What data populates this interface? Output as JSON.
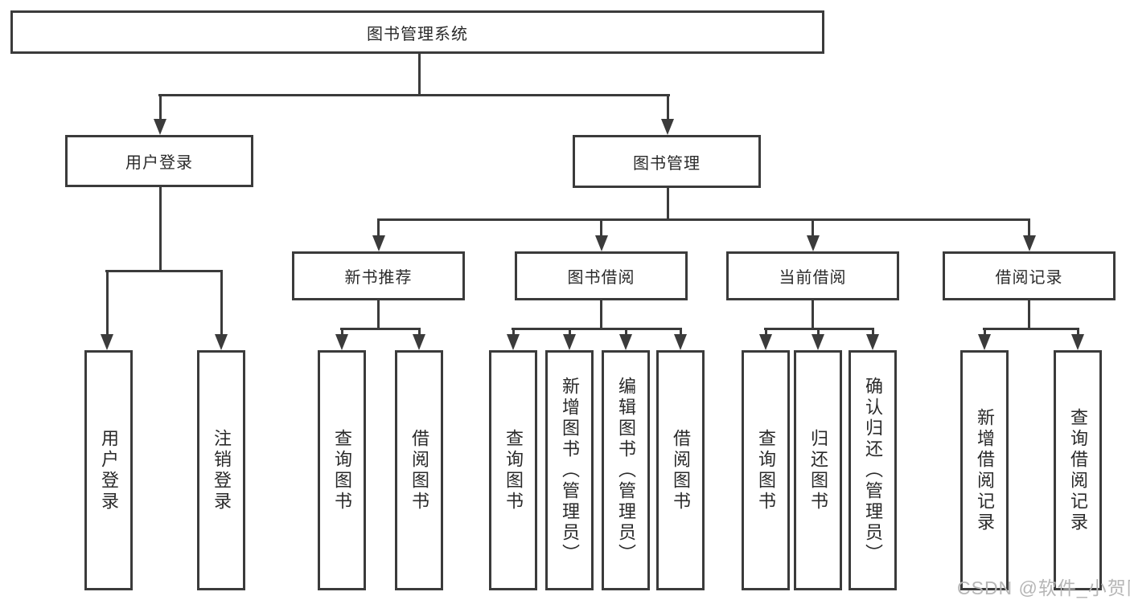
{
  "colors": {
    "line": "#3b3b3b",
    "box_border": "#3b3b3b",
    "text": "#2a2a2a",
    "watermark": "#b6b6b6",
    "background": "#ffffff"
  },
  "watermark": {
    "text": "CSDN @软件_小贺同学"
  },
  "tree": {
    "root": {
      "label": "图书管理系统",
      "children": [
        {
          "label": "用户登录",
          "children": [
            {
              "label": "用户登录"
            },
            {
              "label": "注销登录"
            }
          ]
        },
        {
          "label": "图书管理",
          "children": [
            {
              "label": "新书推荐",
              "children": [
                {
                  "label": "查询图书"
                },
                {
                  "label": "借阅图书"
                }
              ]
            },
            {
              "label": "图书借阅",
              "children": [
                {
                  "label": "查询图书"
                },
                {
                  "label": "新增图书（管理员）"
                },
                {
                  "label": "编辑图书（管理员）"
                },
                {
                  "label": "借阅图书"
                }
              ]
            },
            {
              "label": "当前借阅",
              "children": [
                {
                  "label": "查询图书"
                },
                {
                  "label": "归还图书"
                },
                {
                  "label": "确认归还（管理员）"
                }
              ]
            },
            {
              "label": "借阅记录",
              "children": [
                {
                  "label": "新增借阅记录"
                },
                {
                  "label": "查询借阅记录"
                }
              ]
            }
          ]
        }
      ]
    }
  }
}
